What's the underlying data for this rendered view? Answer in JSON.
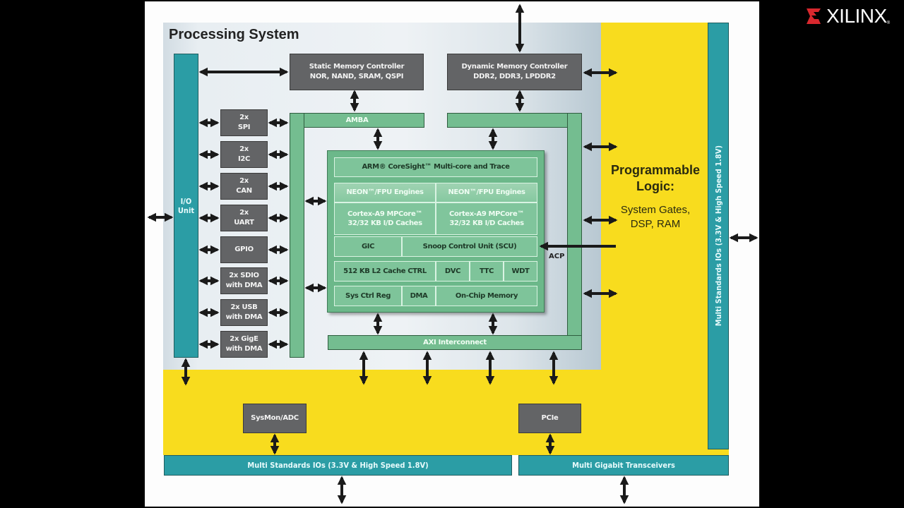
{
  "brand": {
    "logo_text": "XILINX",
    "registered": "®",
    "accent_color": "#d8282e"
  },
  "colors": {
    "programmable_logic": "#f8dc1e",
    "io_teal": "#2b9da5",
    "block_gray": "#636466",
    "interconnect_green": "#74bd90"
  },
  "processing_system": {
    "title": "Processing System",
    "io_unit": "I/O\nUnit",
    "static_mem": {
      "line1": "Static Memory Controller",
      "line2": "NOR, NAND, SRAM, QSPI"
    },
    "dynamic_mem": {
      "line1": "Dynamic Memory Controller",
      "line2": "DDR2, DDR3, LPDDR2"
    },
    "peripherals": [
      {
        "line1": "2x",
        "line2": "SPI"
      },
      {
        "line1": "2x",
        "line2": "I2C"
      },
      {
        "line1": "2x",
        "line2": "CAN"
      },
      {
        "line1": "2x",
        "line2": "UART"
      },
      {
        "line1": "GPIO",
        "line2": ""
      },
      {
        "line1": "2x SDIO",
        "line2": "with DMA"
      },
      {
        "line1": "2x USB",
        "line2": "with DMA"
      },
      {
        "line1": "2x GigE",
        "line2": "with DMA"
      }
    ],
    "amba_label": "AMBA",
    "axi_label": "AXI Interconnect",
    "acp_label": "ACP",
    "apu": {
      "coresight": "ARM® CoreSight™ Multi-core and Trace",
      "neon": [
        "NEON™/FPU Engines",
        "NEON™/FPU Engines"
      ],
      "cores": [
        {
          "line1": "Cortex-A9 MPCore™",
          "line2": "32/32 KB I/D Caches"
        },
        {
          "line1": "Cortex-A9 MPCore™",
          "line2": "32/32 KB I/D Caches"
        }
      ],
      "gic": "GIC",
      "scu": "Snoop Control Unit (SCU)",
      "l2": "512 KB L2 Cache CTRL",
      "dvc": "DVC",
      "ttc": "TTC",
      "wdt": "WDT",
      "sysctrl": "Sys Ctrl Reg",
      "dma": "DMA",
      "ocm": "On-Chip Memory"
    }
  },
  "programmable_logic": {
    "title": "Programmable\nLogic:",
    "subtitle": "System Gates,\nDSP, RAM",
    "sysmon": "SysMon/ADC",
    "pcie": "PCIe",
    "io_bottom": "Multi Standards IOs (3.3V & High Speed 1.8V)",
    "io_right": "Multi Standards IOs (3.3V & High Speed 1.8V)",
    "transceivers": "Multi Gigabit Transceivers"
  }
}
